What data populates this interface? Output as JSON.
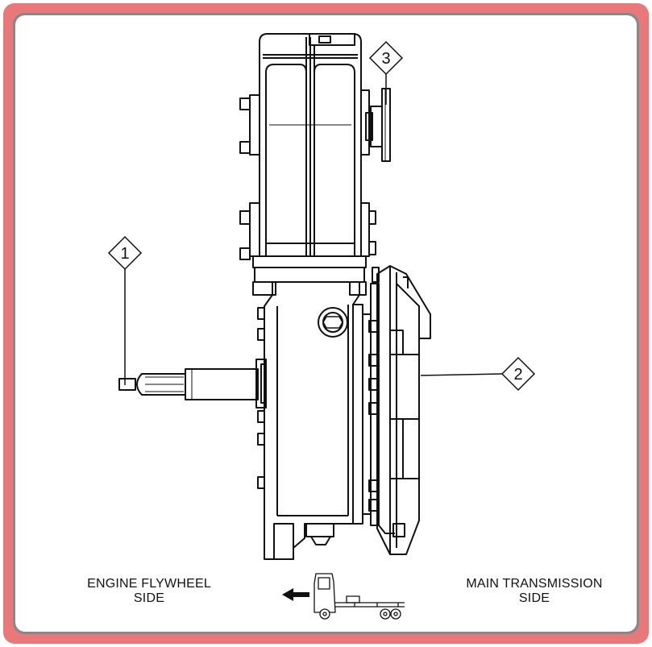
{
  "colors": {
    "frame_border": "#e8787a",
    "frame_inner": "#888888",
    "line": "#111111"
  },
  "callouts": [
    {
      "number": "1"
    },
    {
      "number": "2"
    },
    {
      "number": "3"
    }
  ],
  "captions": {
    "left": [
      "ENGINE FLYWHEEL",
      "SIDE"
    ],
    "right": [
      "MAIN TRANSMISSION",
      "SIDE"
    ]
  },
  "icons": {
    "direction": "arrow-left-icon",
    "vehicle": "truck-icon"
  }
}
